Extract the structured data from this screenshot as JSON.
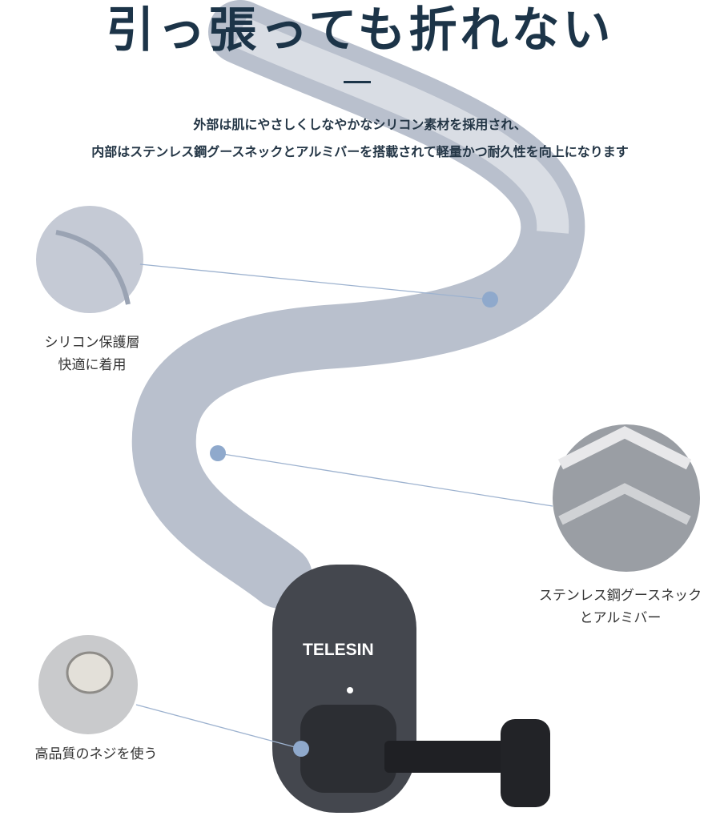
{
  "title": "引っ張っても折れない",
  "description": [
    "外部は肌にやさしくしなやかなシリコン素材を採用され、",
    "内部はステンレス鋼グースネックとアルミバーを搭載されて軽量かつ耐久性を向上になります"
  ],
  "callouts": [
    {
      "lines": [
        "シリコン保護層",
        "快適に着用"
      ]
    },
    {
      "lines": [
        "ステンレス鋼グースネック",
        "とアルミバー"
      ]
    },
    {
      "lines": [
        "高品質のネジを使う"
      ]
    }
  ],
  "brand": "TELESIN",
  "colors": {
    "title": "#1c3448",
    "silicone": "#b8bfcc",
    "mount": "#3f4249",
    "dot": "#8fa9cc"
  }
}
